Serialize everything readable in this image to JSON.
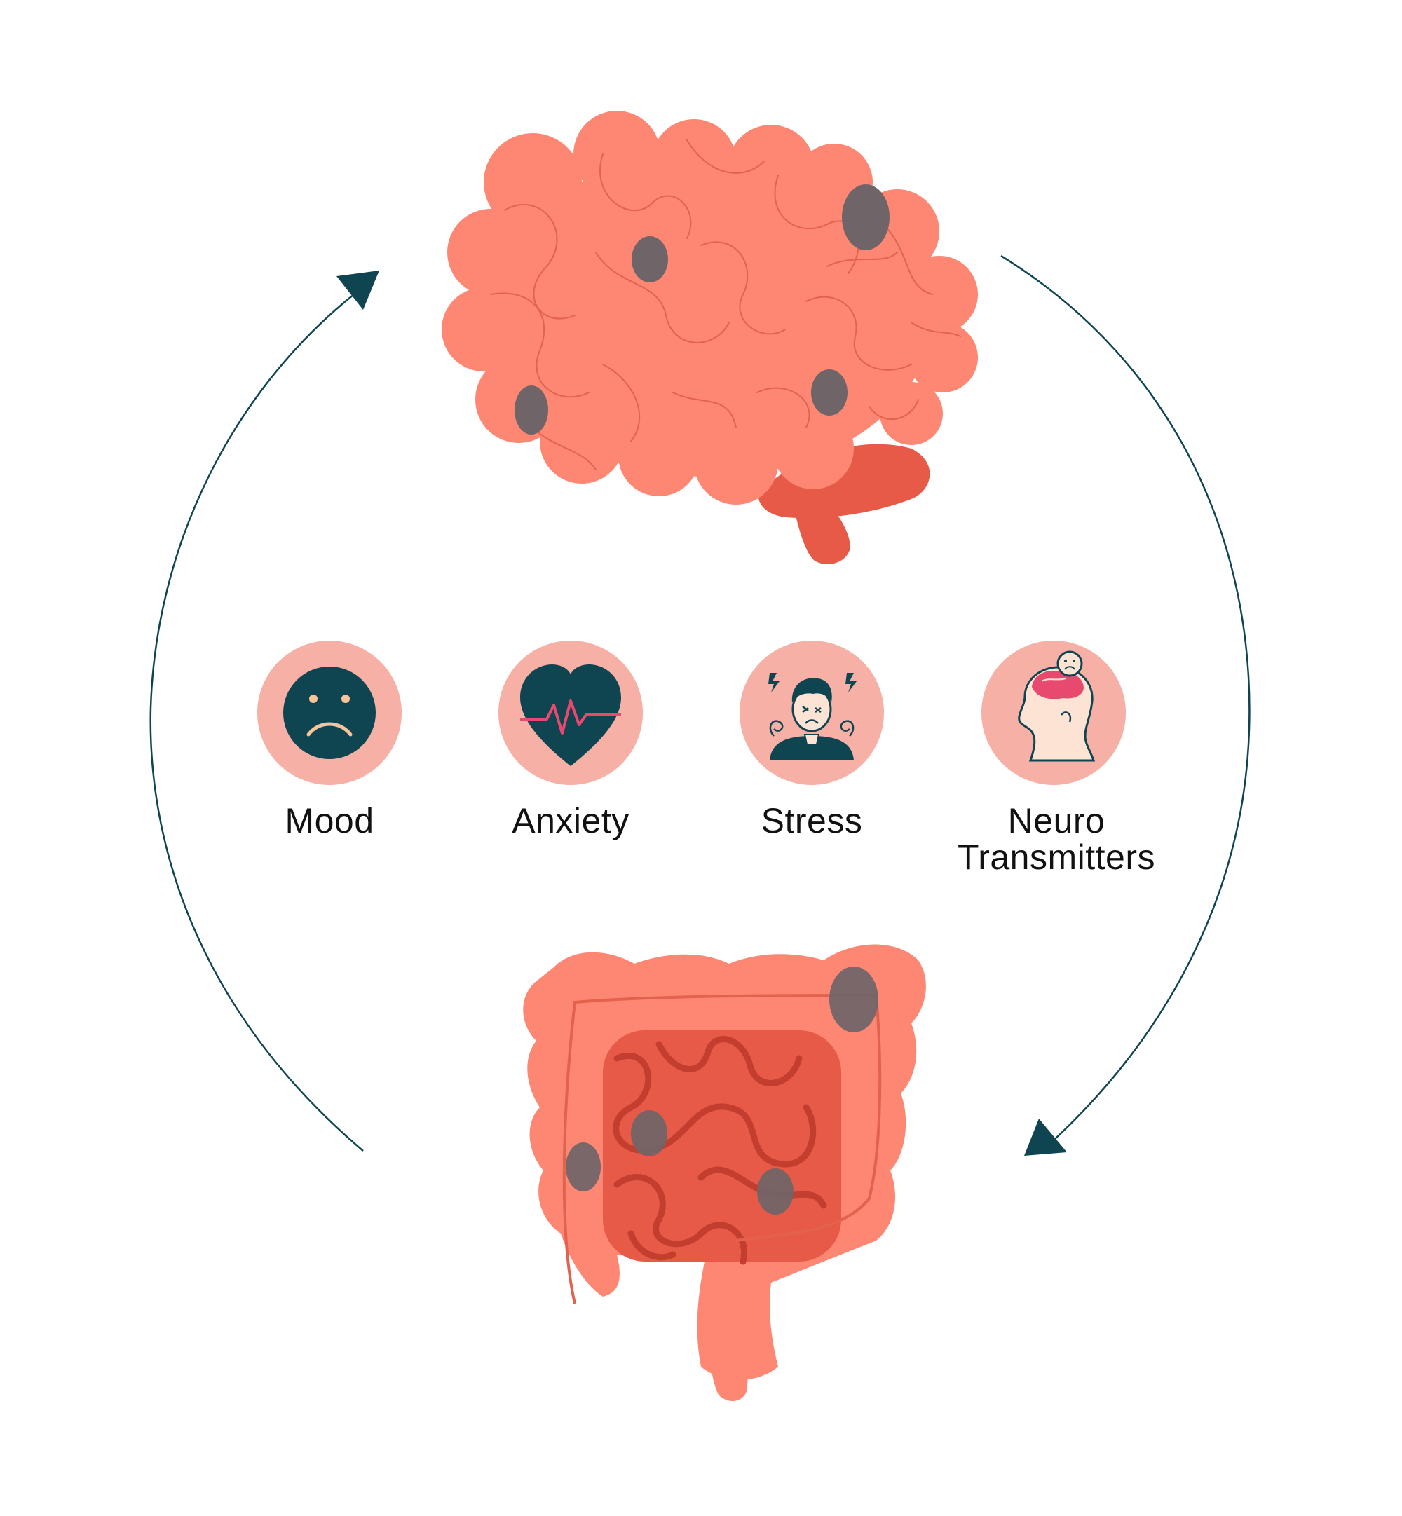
{
  "colors": {
    "cycle_arrow": "#0f4451",
    "organ_light": "#fd8773",
    "organ_dark": "#e65a47",
    "organ_line": "#e2624e",
    "spot": "#6f6468",
    "icon_circle": "#f7b0a6",
    "icon_dark": "#0f4451",
    "icon_accent": "#e84a6f",
    "skin": "#fde3d3"
  },
  "organs": [
    {
      "name": "brain",
      "icon": "brain-illustration"
    },
    {
      "name": "gut",
      "icon": "intestines-illustration"
    }
  ],
  "factors": [
    {
      "id": "mood",
      "icon": "sad-face-icon",
      "label_lines": [
        "Mood"
      ]
    },
    {
      "id": "anxiety",
      "icon": "heartbeat-heart-icon",
      "label_lines": [
        "Anxiety"
      ]
    },
    {
      "id": "stress",
      "icon": "stressed-person-icon",
      "label_lines": [
        "Stress"
      ]
    },
    {
      "id": "neurotransmitters",
      "icon": "head-brain-icon",
      "label_lines": [
        "Neuro",
        "Transmitters"
      ]
    }
  ]
}
